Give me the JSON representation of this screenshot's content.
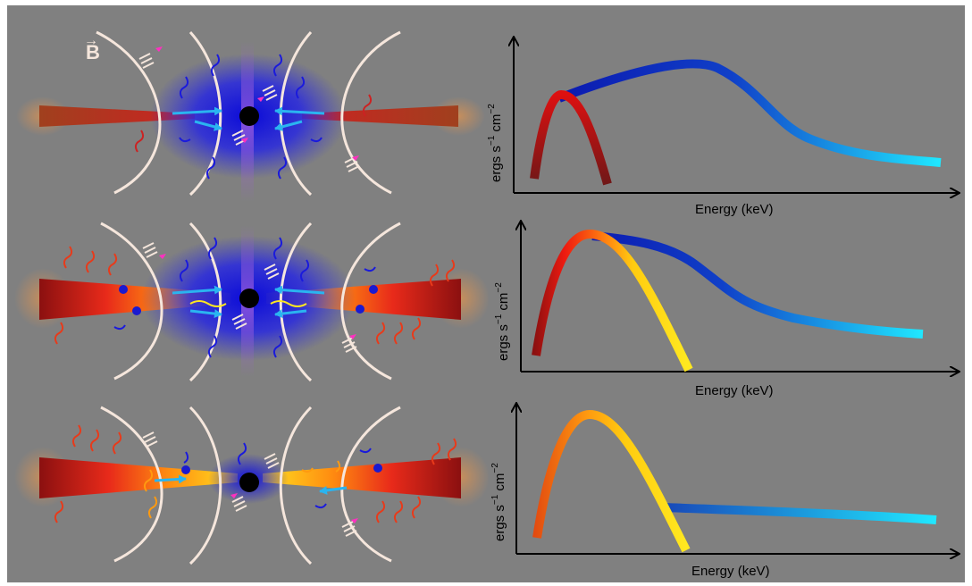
{
  "figure": {
    "field_symbol": "B",
    "field_vector_arrow": "→"
  },
  "panels": [
    {
      "id": "panel-1",
      "state": "truncated-disk",
      "plot": {
        "xlabel": "Energy (keV)",
        "ylabel_prefix": "ergs s",
        "ylabel_mid": " cm",
        "ylabel_exp1": "−1",
        "ylabel_exp2": "−2"
      }
    },
    {
      "id": "panel-2",
      "state": "intermediate",
      "plot": {
        "xlabel": "Energy (keV)",
        "ylabel_prefix": "ergs s",
        "ylabel_mid": " cm",
        "ylabel_exp1": "−1",
        "ylabel_exp2": "−2"
      }
    },
    {
      "id": "panel-3",
      "state": "disk-dominated",
      "plot": {
        "xlabel": "Energy (keV)",
        "ylabel_prefix": "ergs s",
        "ylabel_mid": " cm",
        "ylabel_exp1": "−1",
        "ylabel_exp2": "−2"
      }
    }
  ],
  "colors": {
    "background": "#808080",
    "field_line": "#f5e6dc",
    "disk_outer": "#8b1a1a",
    "disk_hot": "#ffd000",
    "corona": "#1a1adc",
    "jet": "#9b5fd0",
    "flow_arrow": "#2ab4f0",
    "black_hole": "#000000",
    "spectrum_cold": "#cc1111",
    "spectrum_warm": "#ffe000",
    "spectrum_hard_start": "#1030c0",
    "spectrum_hard_end": "#20e0ff",
    "reconnection_tick": "#ff30c0"
  }
}
